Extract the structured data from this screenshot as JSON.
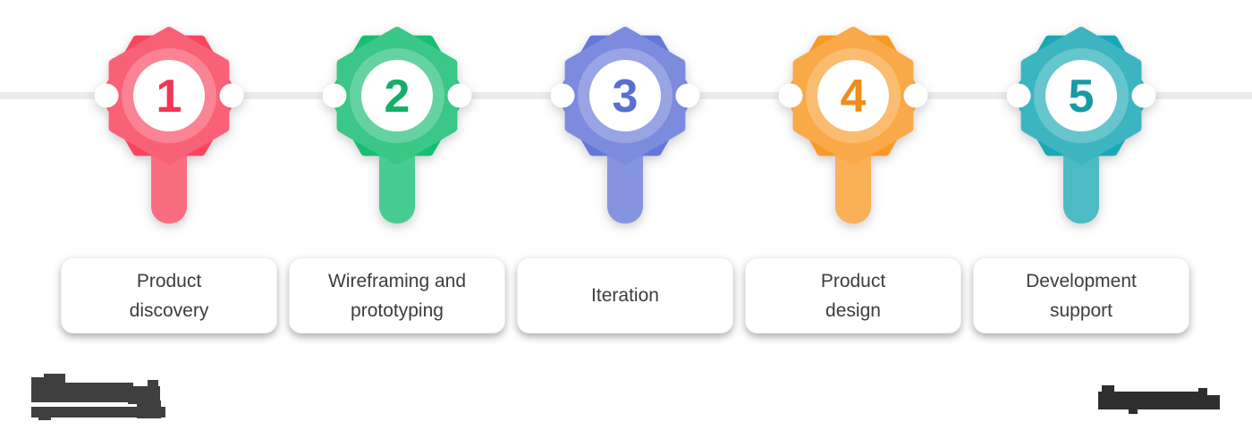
{
  "timeline": {
    "line_color": "#ececec",
    "card_text_color": "#3d3d3d"
  },
  "steps": [
    {
      "number": "1",
      "lines": [
        "Product",
        "discovery"
      ],
      "color": "#F9455E",
      "number_color": "#F23558"
    },
    {
      "number": "2",
      "lines": [
        "Wireframing and",
        "prototyping"
      ],
      "color": "#17BE72",
      "number_color": "#14AE68"
    },
    {
      "number": "3",
      "lines": [
        "Iteration"
      ],
      "color": "#6577D8",
      "number_color": "#5A6FD2"
    },
    {
      "number": "4",
      "lines": [
        "Product",
        "design"
      ],
      "color": "#F89A28",
      "number_color": "#F08C1B"
    },
    {
      "number": "5",
      "lines": [
        "Development",
        "support"
      ],
      "color": "#1BA8B5",
      "number_color": "#1899A8"
    }
  ],
  "watermarks": {
    "bottom_left": {
      "kind": "pixelated-logo",
      "color": "#3f3f3f"
    },
    "bottom_right": {
      "kind": "pixelated-logo",
      "color": "#2e2e2e"
    }
  }
}
